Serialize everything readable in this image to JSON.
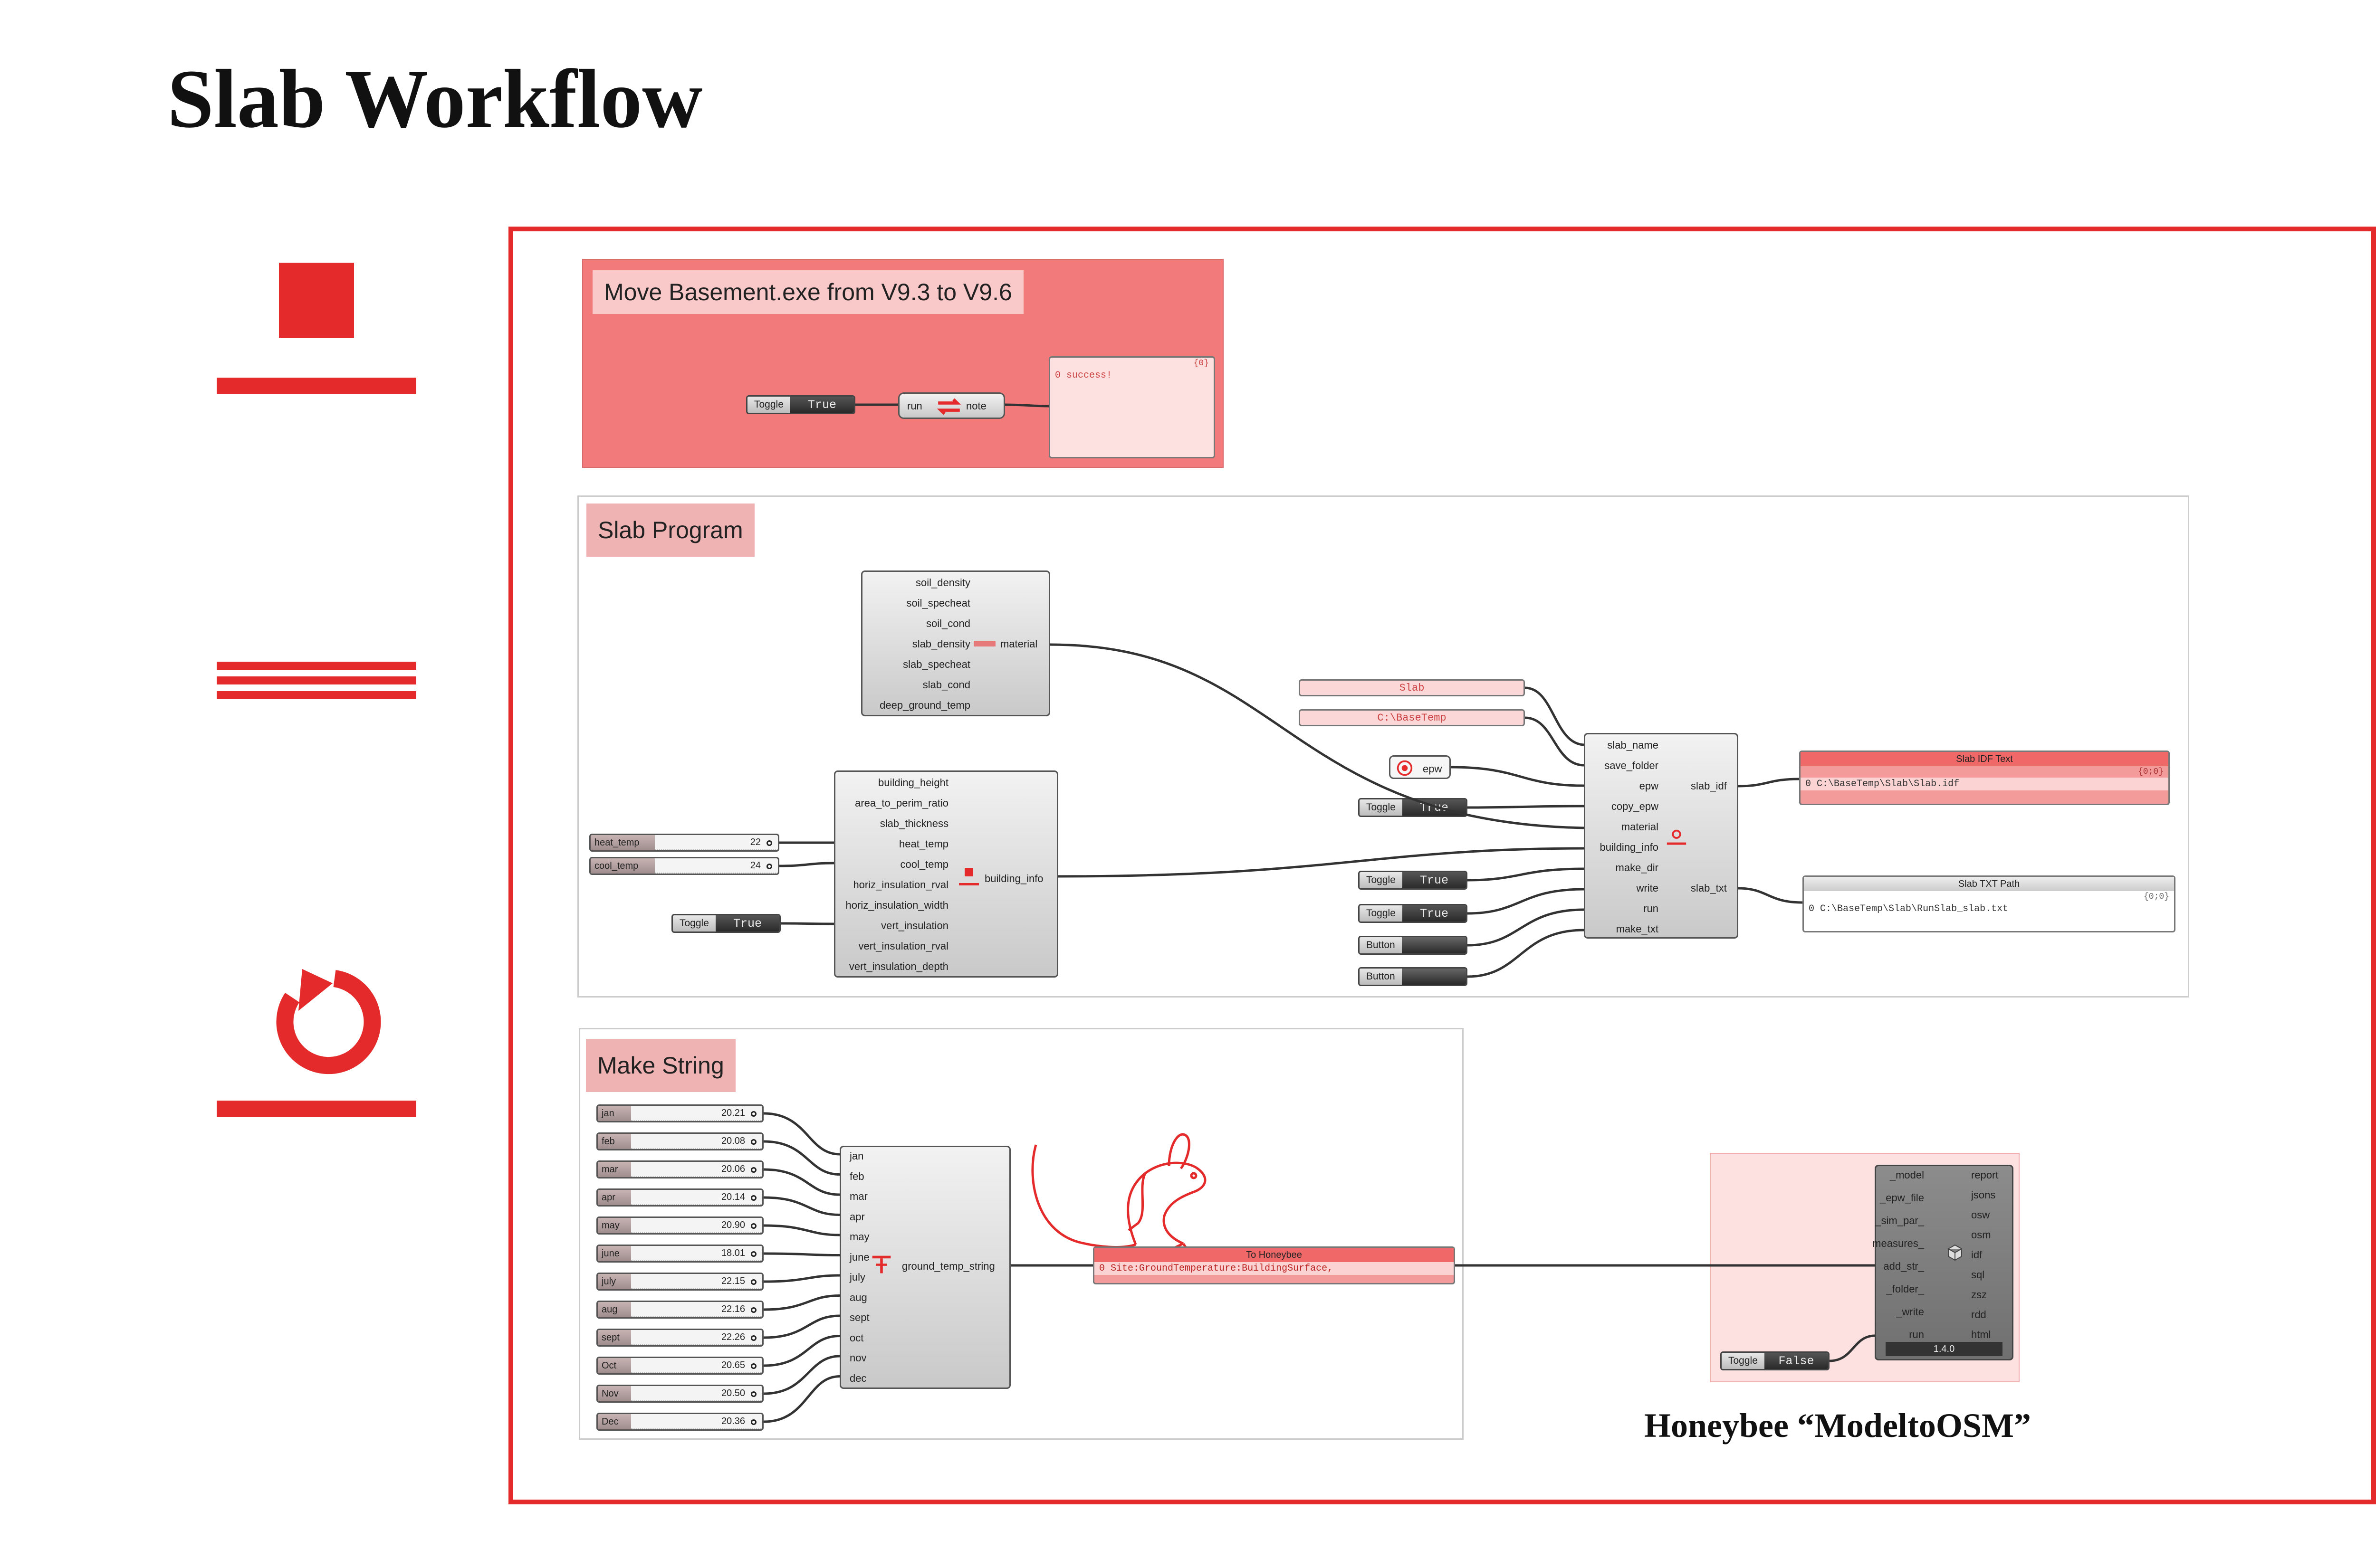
{
  "page": {
    "title": "Slab Workflow"
  },
  "groups": {
    "move": {
      "title": "Move Basement.exe from V9.3 to V9.6",
      "toggle": {
        "label": "Toggle",
        "value": "True"
      },
      "component": {
        "inputs": [
          "run"
        ],
        "outputs": [
          "note"
        ]
      },
      "panel": {
        "header": "{0}",
        "rows": [
          {
            "index": "0",
            "text": "success!"
          }
        ]
      }
    },
    "slab_program": {
      "title": "Slab Program",
      "material": {
        "inputs": [
          "soil_density",
          "soil_specheat",
          "soil_cond",
          "slab_density",
          "slab_specheat",
          "slab_cond",
          "deep_ground_temp"
        ],
        "output": "material"
      },
      "building": {
        "inputs": [
          "building_height",
          "area_to_perim_ratio",
          "slab_thickness",
          "heat_temp",
          "cool_temp",
          "horiz_insulation_rval",
          "horiz_insulation_width",
          "vert_insulation",
          "vert_insulation_rval",
          "vert_insulation_depth"
        ],
        "output": "building_info"
      },
      "sliders": [
        {
          "label": "heat_temp",
          "value": "22"
        },
        {
          "label": "cool_temp",
          "value": "24"
        }
      ],
      "toggle_building": {
        "label": "Toggle",
        "value": "True"
      },
      "param_name": "Slab",
      "param_folder": "C:\\BaseTemp",
      "epw_label": "epw",
      "toggle_copy": {
        "label": "Toggle",
        "value": "True"
      },
      "toggle_write": {
        "label": "Toggle",
        "value": "True"
      },
      "toggle_run": {
        "label": "Toggle",
        "value": "True"
      },
      "button_1": {
        "label": "Button"
      },
      "button_2": {
        "label": "Button"
      },
      "slab": {
        "inputs": [
          "slab_name",
          "save_folder",
          "epw",
          "copy_epw",
          "material",
          "building_info",
          "make_dir",
          "write",
          "run",
          "make_txt"
        ],
        "outputs": [
          "slab_idf",
          "slab_txt"
        ]
      },
      "panel_idf": {
        "header": "Slab IDF Text",
        "index_label": "{0;0}",
        "rows": [
          {
            "index": "0",
            "text": "C:\\BaseTemp\\Slab\\Slab.idf"
          }
        ]
      },
      "panel_txt": {
        "header": "Slab TXT Path",
        "index_label": "{0;0}",
        "rows": [
          {
            "index": "0",
            "text": "C:\\BaseTemp\\Slab\\RunSlab_slab.txt"
          }
        ]
      }
    },
    "make_string": {
      "title": "Make String",
      "months": [
        {
          "label": "jan",
          "value": "20.21"
        },
        {
          "label": "feb",
          "value": "20.08"
        },
        {
          "label": "mar",
          "value": "20.06"
        },
        {
          "label": "apr",
          "value": "20.14"
        },
        {
          "label": "may",
          "value": "20.90"
        },
        {
          "label": "june",
          "value": "18.01"
        },
        {
          "label": "july",
          "value": "22.15"
        },
        {
          "label": "aug",
          "value": "22.16"
        },
        {
          "label": "sept",
          "value": "22.26"
        },
        {
          "label": "Oct",
          "value": "20.65"
        },
        {
          "label": "Nov",
          "value": "20.50"
        },
        {
          "label": "Dec",
          "value": "20.36"
        }
      ],
      "component": {
        "inputs": [
          "jan",
          "feb",
          "mar",
          "apr",
          "may",
          "june",
          "july",
          "aug",
          "sept",
          "oct",
          "nov",
          "dec"
        ],
        "output": "ground_temp_string"
      },
      "panel": {
        "header": "To Honeybee",
        "rows": [
          {
            "index": "0",
            "text": "Site:GroundTemperature:BuildingSurface,"
          }
        ]
      }
    },
    "honeybee": {
      "inputs": [
        "_model",
        "_epw_file",
        "_sim_par_",
        "measures_",
        "add_str_",
        "_folder_",
        "_write",
        "run"
      ],
      "outputs": [
        "report",
        "jsons",
        "osw",
        "osm",
        "idf",
        "sql",
        "zsz",
        "rdd",
        "html"
      ],
      "version": "1.4.0",
      "toggle": {
        "label": "Toggle",
        "value": "False"
      },
      "caption": "Honeybee “ModeltoOSM”"
    }
  },
  "colors": {
    "accent": "#e42a2a",
    "group_move": "#f37a7a",
    "group_title_pink": "#efb3b3",
    "panel_red": "#f39a9a",
    "wire": "#333333"
  },
  "icons": [
    "square-stop-icon",
    "triple-bar-icon",
    "refresh-icon",
    "jerboa-icon",
    "target-icon",
    "swap-arrows-icon",
    "cube-icon"
  ]
}
